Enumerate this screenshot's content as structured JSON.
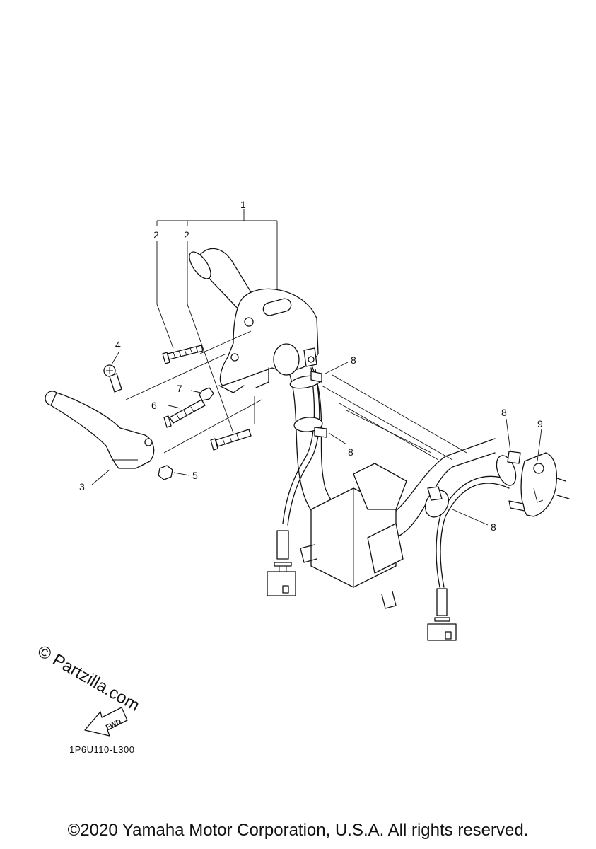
{
  "callouts": {
    "c1": "1",
    "c2a": "2",
    "c2b": "2",
    "c3": "3",
    "c4": "4",
    "c5": "5",
    "c6": "6",
    "c7": "7",
    "c8a": "8",
    "c8b": "8",
    "c8c": "8",
    "c8d": "8",
    "c9": "9"
  },
  "fwd_label": "FWD",
  "watermark": "© Partzilla.com",
  "diagram_code": "1P6U110-L300",
  "copyright": "©2020 Yamaha Motor Corporation, U.S.A. All rights reserved."
}
